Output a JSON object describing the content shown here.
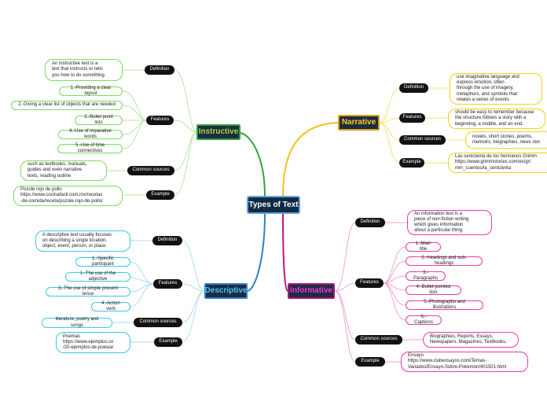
{
  "center": "Types of Text",
  "instructive": {
    "title": "Instructive",
    "definition_label": "Definition",
    "definition": "An instructive text is a\ntext that instructs or tells\nyou how to do something.",
    "features_label": "Features",
    "features": [
      "1.-Providing a clear layout",
      "2.-Giving a clear list of objects that are needed",
      "3.-Bullet point lists",
      "4.-Use of imperative words",
      "5.-Use of time connectives"
    ],
    "sources_label": "Common sources",
    "sources": "such as textbooks, manuals,\nguides and even narrative\ntexts, reading outline",
    "example_label": "Example",
    "example": "Pozole rojo de pollo\nhttps://www.cocinafacil.com.mx/recetas\n-de-comida/receta/pozole-rojo-de-pollo/"
  },
  "descriptive": {
    "title": "Descriptive",
    "definition_label": "Definition",
    "definition": "A descriptive text usually focuses\non describing a single location,\nobject, event, person, or place.",
    "features_label": "Features",
    "features": [
      "1.-Specific participant",
      "1.-The use of the adjective",
      "3,-The use of simple present tense",
      "4.-Action verb"
    ],
    "sources_label": "Common sources",
    "sources": "literature, poetry and songs",
    "example_label": "Example",
    "example": "Poemas\nhttps://www.ejemplos.co\n/20-ejemplos-de-poesia/"
  },
  "narrative": {
    "title": "Narrative",
    "definition_label": "Definition",
    "definition": "use imaginative language and\nexpress emotion, often\nthrough the use of imagery,\nmetaphors, and symbols that\nrelates a series of events",
    "features_label": "Features",
    "features_text": "should be easy to remember because\nthe structure follows a story with a\nbeginning, a middle, and an end.",
    "sources_label": "Common sources",
    "sources": "novels, short stories, poems,\nmemoirs, biographies, news stor",
    "example_label": "Example",
    "example": "Las cenicienta de los hermanos Grimm\nhttps://www.grimmstories.com/es/gri\nmm_cuentos/la_cenicienta"
  },
  "informative": {
    "title": "Informative",
    "definition_label": "Definition",
    "definition": "An information text is a\npiece of non-fiction writing\nwhich gives information\nabout a particular thing.",
    "features_label": "Features",
    "features": [
      "1.-Main title",
      "2.-Headings and sub-headings",
      "3.-Paragraphs",
      "4.-Bullet-pointed lists",
      "5.-Photographs and illustrations",
      "6.-Captions"
    ],
    "sources_label": "Common sources",
    "sources": "Biographies, Reports, Essays,\nNewspapers, Magazines, Textbooks,",
    "example_label": "Example",
    "example": "Ensayo\nhttps://www.clubensayos.com/Temas-\nVariados/Ensayo-Sobre-Pokemon/401501.html"
  },
  "colors": {
    "instructive": "#2da43a",
    "descriptive": "#2f7fd0",
    "narrative": "#f0c419",
    "informative": "#c0157e"
  }
}
